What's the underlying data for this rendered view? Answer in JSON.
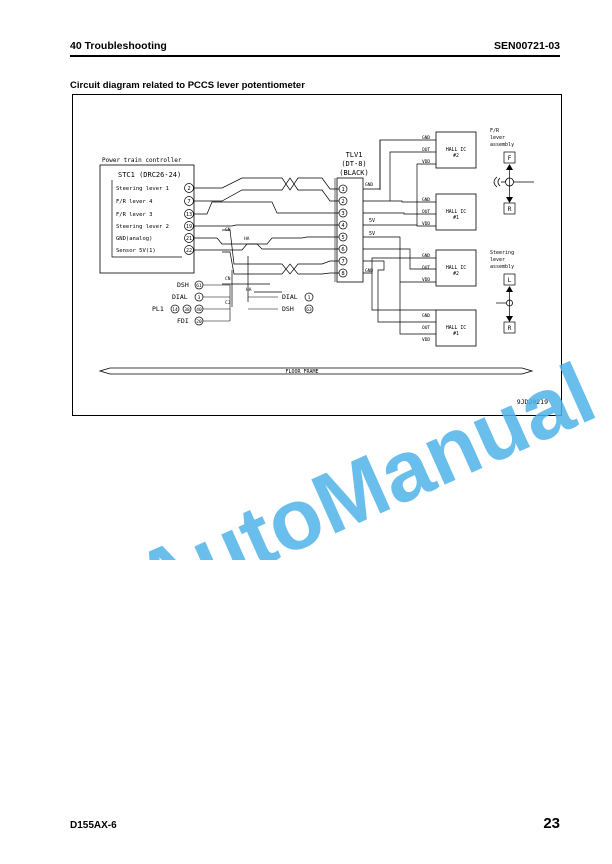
{
  "header": {
    "chapter": "40 Troubleshooting",
    "doc_code": "SEN00721-03"
  },
  "section_title": "Circuit diagram related to PCCS lever potentiometer",
  "diagram": {
    "controller_title": "Power train controller",
    "connector_name": "STC1 (DRC26-24)",
    "controller_pins": [
      {
        "label": "Steering lever 1",
        "pin": "2"
      },
      {
        "label": "F/R lever 4",
        "pin": "7"
      },
      {
        "label": "F/R lever 3",
        "pin": "13"
      },
      {
        "label": "Steering lever 2",
        "pin": "19"
      },
      {
        "label": "GND(analog)",
        "pin": "21"
      },
      {
        "label": "Sensor 5V(1)",
        "pin": "22"
      }
    ],
    "tlv_connector": {
      "name": "TLV1",
      "type": "(DT-8)",
      "color": "(BLACK)",
      "pins": [
        "1",
        "2",
        "3",
        "4",
        "5",
        "6",
        "7",
        "8"
      ]
    },
    "wire_marks": [
      "CN",
      "HA",
      "CN",
      "CJ",
      "HA"
    ],
    "branch_left": [
      {
        "name": "DSH",
        "pin": "61"
      },
      {
        "name": "DIAL",
        "pin": "3"
      },
      {
        "name": "PL1",
        "pins": [
          "14",
          "38",
          "40"
        ]
      },
      {
        "name": "FDI",
        "pin": "20"
      }
    ],
    "branch_right": [
      {
        "name": "DIAL",
        "pin": "1"
      },
      {
        "name": "DSH",
        "pin": "63"
      }
    ],
    "hall_ics": [
      {
        "name": "HALL IC",
        "num": "#2"
      },
      {
        "name": "HALL IC",
        "num": "#1"
      },
      {
        "name": "HALL IC",
        "num": "#2"
      },
      {
        "name": "HALL IC",
        "num": "#1"
      }
    ],
    "hall_pins": [
      "GND",
      "OUT",
      "VDD"
    ],
    "net_labels": [
      "GND",
      "5V",
      "5V",
      "GND"
    ],
    "fr_assembly": {
      "line1": "F/R",
      "line2": "lever",
      "line3": "assembly",
      "top": "F",
      "bottom": "R"
    },
    "steering_assembly": {
      "line1": "Steering",
      "line2": "lever",
      "line3": "assembly",
      "top": "L",
      "bottom": "R"
    },
    "floor_frame": "FLOOR FRAME",
    "figure_id": "9JD20219"
  },
  "watermark": "AutoManual",
  "footer": {
    "model": "D155AX-6",
    "page": "23"
  },
  "colors": {
    "watermark": "#4fb3e8",
    "ink": "#000000"
  }
}
